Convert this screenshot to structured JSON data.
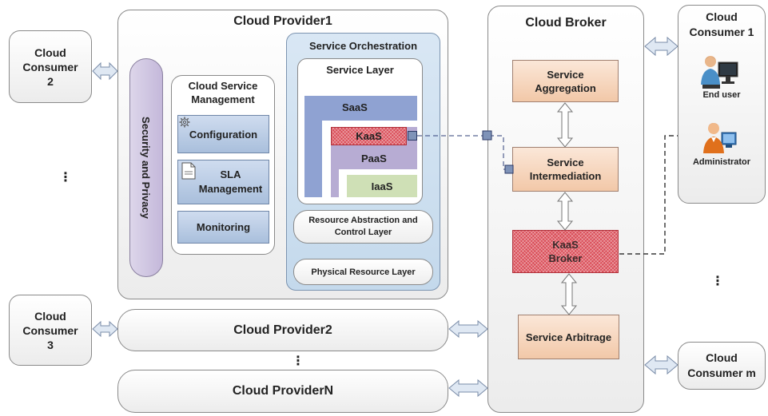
{
  "cloud_provider1": {
    "title": "Cloud Provider1",
    "security": "Security and Privacy",
    "csm": {
      "title": "Cloud Service Management",
      "configuration": "Configuration",
      "sla": "SLA Management",
      "monitoring": "Monitoring"
    },
    "orchestration": {
      "title": "Service Orchestration",
      "service_layer": "Service Layer",
      "saas": "SaaS",
      "kaas": "KaaS",
      "paas": "PaaS",
      "iaas": "IaaS",
      "resource_layer": "Resource Abstraction and Control Layer",
      "physical_layer": "Physical Resource Layer"
    }
  },
  "cloud_provider2": "Cloud Provider2",
  "cloud_providerN": "Cloud ProviderN",
  "consumers": {
    "c2": "Cloud Consumer 2",
    "c3": "Cloud Consumer 3",
    "c1": "Cloud Consumer 1",
    "cm": "Cloud Consumer m",
    "end_user": "End user",
    "administrator": "Administrator"
  },
  "broker": {
    "title": "Cloud Broker",
    "aggregation": "Service Aggregation",
    "intermediation": "Service Intermediation",
    "kaas_broker": "KaaS Broker",
    "arbitrage": "Service Arbitrage"
  },
  "ellipsis_vertical": "⋮",
  "colors": {
    "saas": "#8fa2d2",
    "kaas": "#d94a55",
    "paas": "#b7acd3",
    "iaas": "#cfe0b6",
    "security": "#cec4df",
    "orchestration": "#cfe1f0",
    "dashed_link": "#30407a",
    "broker_service": "#f2c8a8"
  }
}
